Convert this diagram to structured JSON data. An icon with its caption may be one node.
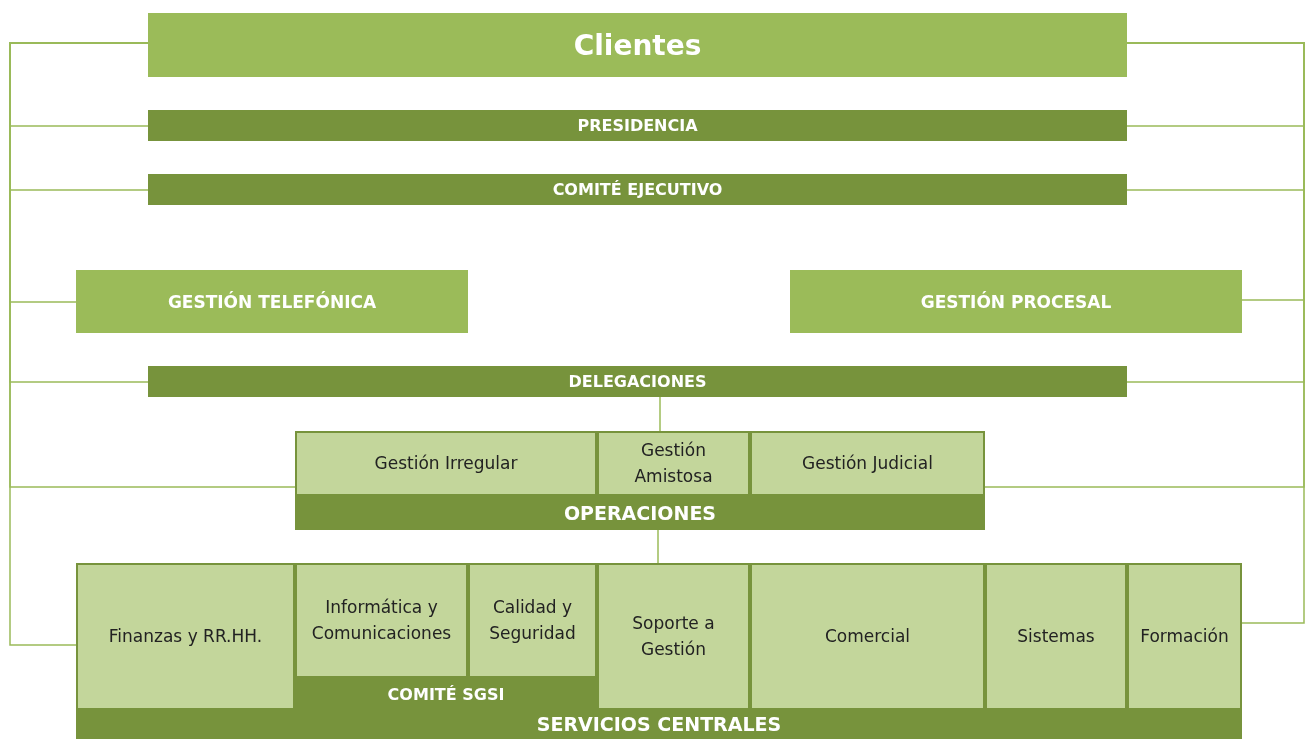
{
  "diagram": {
    "nodes": [
      {
        "text": [
          "Clientes"
        ]
      },
      {
        "text": [
          "PRESIDENCIA"
        ]
      },
      {
        "text": [
          "COMITÉ EJECUTIVO"
        ]
      },
      {
        "text": [
          "GESTIÓN TELEFÓNICA"
        ]
      },
      {
        "text": [
          "GESTIÓN PROCESAL"
        ]
      },
      {
        "text": [
          "DELEGACIONES"
        ]
      },
      {
        "text": [
          "OPERACIONES"
        ]
      },
      {
        "text": [
          "Gestión Irregular"
        ],
        "in": 6
      },
      {
        "text": [
          "Gestión Amistosa"
        ],
        "in": 6
      },
      {
        "text": [
          "Gestión Judicial"
        ],
        "in": 6
      },
      {
        "text": [
          "SERVICIOS CENTRALES"
        ]
      },
      {
        "text": [
          "Finanzas y RR.HH."
        ],
        "in": 10
      },
      {
        "text": [
          "COMITÉ SGSI"
        ],
        "in": 10
      },
      {
        "text": [
          "Informática y Comunicaciones"
        ],
        "in": 12
      },
      {
        "text": [
          "Calidad y Seguridad"
        ],
        "in": 12
      },
      {
        "text": [
          "Soporte a Gestión"
        ],
        "in": 10
      },
      {
        "text": [
          "Comercial"
        ],
        "in": 10
      },
      {
        "text": [
          "Sistemas"
        ],
        "in": 10
      },
      {
        "text": [
          "Formación"
        ],
        "in": 10
      }
    ],
    "edges": [
      {
        "from": 0,
        "to": 1,
        "arrow": "none"
      },
      {
        "from": 0,
        "to": 2,
        "arrow": "none"
      },
      {
        "from": 0,
        "to": 3,
        "arrow": "none"
      },
      {
        "from": 0,
        "to": 5,
        "arrow": "none"
      },
      {
        "from": 0,
        "to": 7,
        "arrow": "none"
      },
      {
        "from": 0,
        "to": 11,
        "arrow": "none"
      },
      {
        "from": 0,
        "to": 1,
        "arrow": "none"
      },
      {
        "from": 0,
        "to": 2,
        "arrow": "none"
      },
      {
        "from": 0,
        "to": 4,
        "arrow": "none"
      },
      {
        "from": 0,
        "to": 5,
        "arrow": "none"
      },
      {
        "from": 0,
        "to": 9,
        "arrow": "none"
      },
      {
        "from": 0,
        "to": 18,
        "arrow": "none"
      },
      {
        "from": 5,
        "to": 8,
        "arrow": "none"
      },
      {
        "from": 6,
        "to": 15,
        "arrow": "none"
      }
    ]
  }
}
